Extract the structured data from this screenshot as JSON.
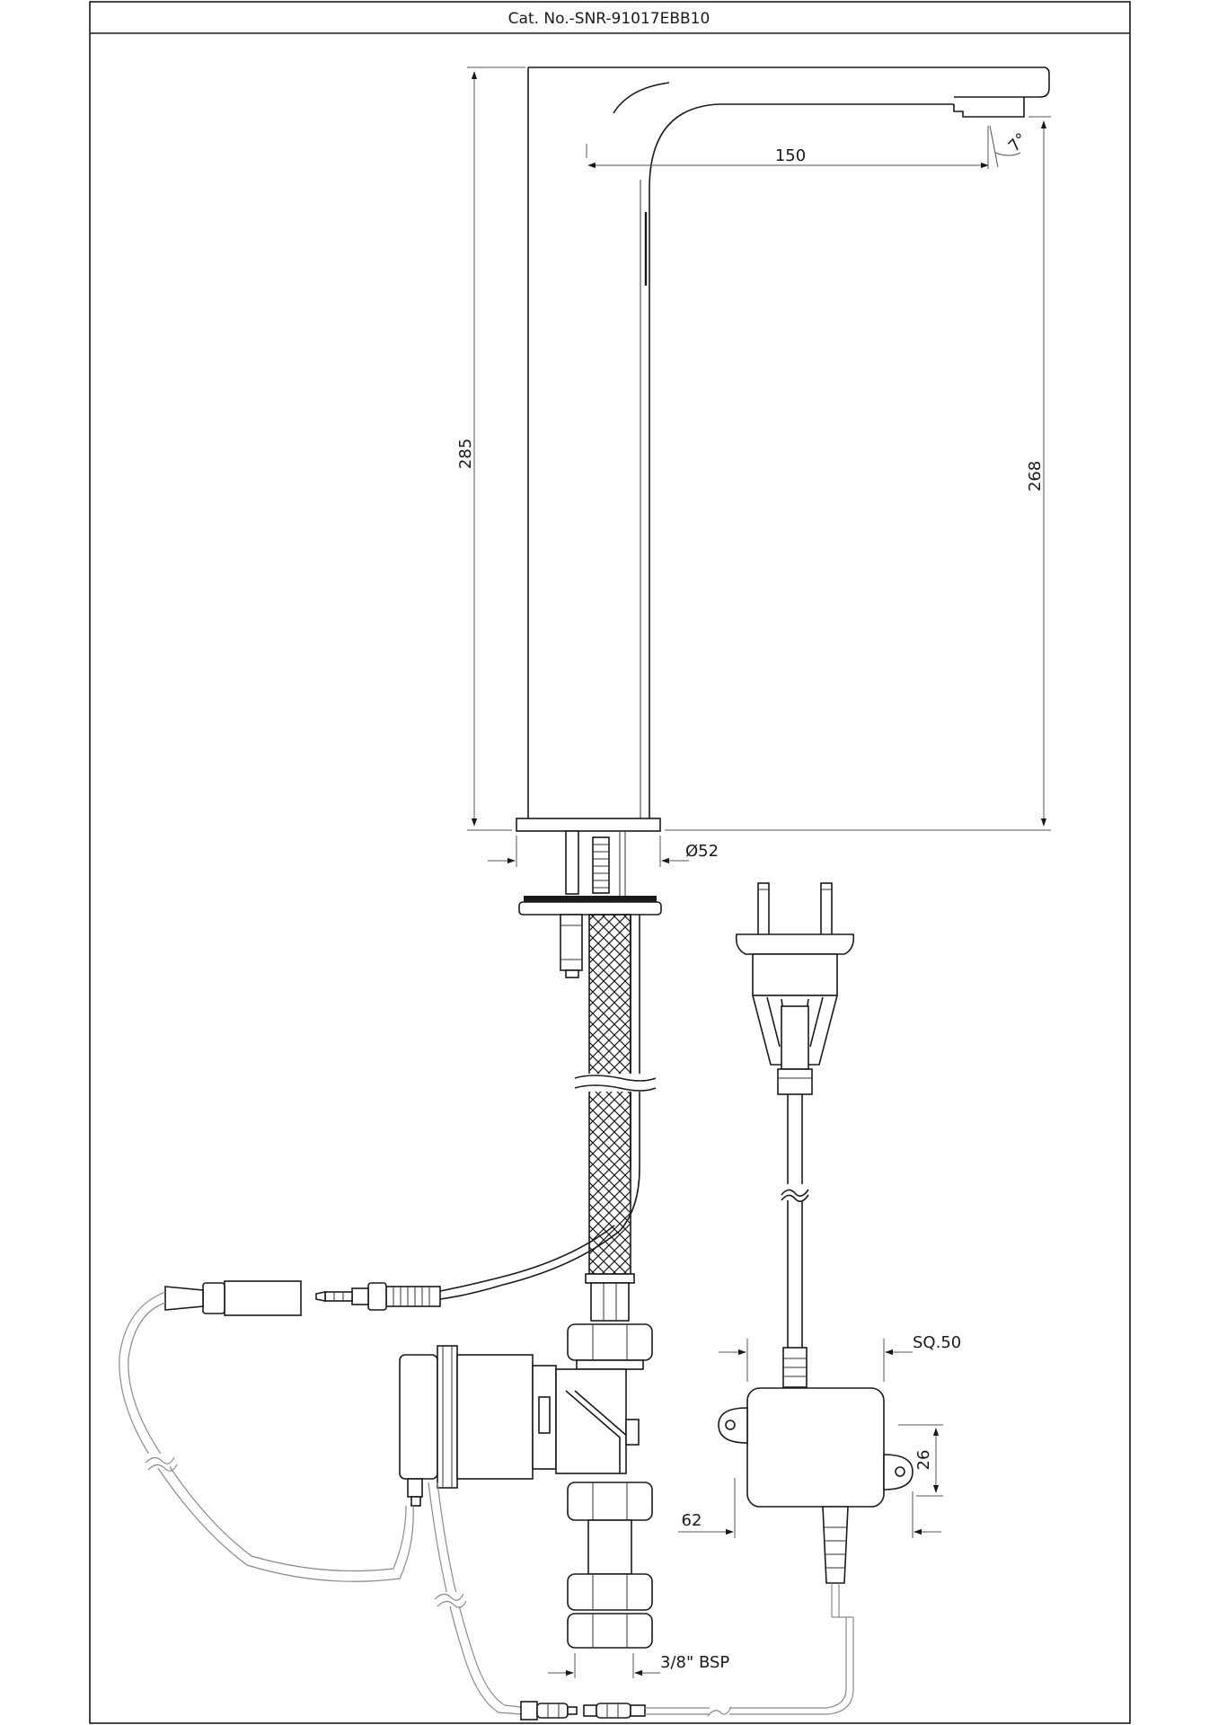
{
  "title": "Cat. No.-SNR-91017EBB10",
  "dimensions": {
    "height_total": "285",
    "height_spout": "268",
    "reach": "150",
    "angle": "7°",
    "base_diameter": "Ø52",
    "box_width": "SQ.50",
    "box_offset": "26",
    "box_depth": "62",
    "thread": "3/8\" BSP"
  },
  "colors": {
    "line": "#1a1a1a",
    "dimension": "#555555",
    "cable": "#8a8a8a"
  }
}
